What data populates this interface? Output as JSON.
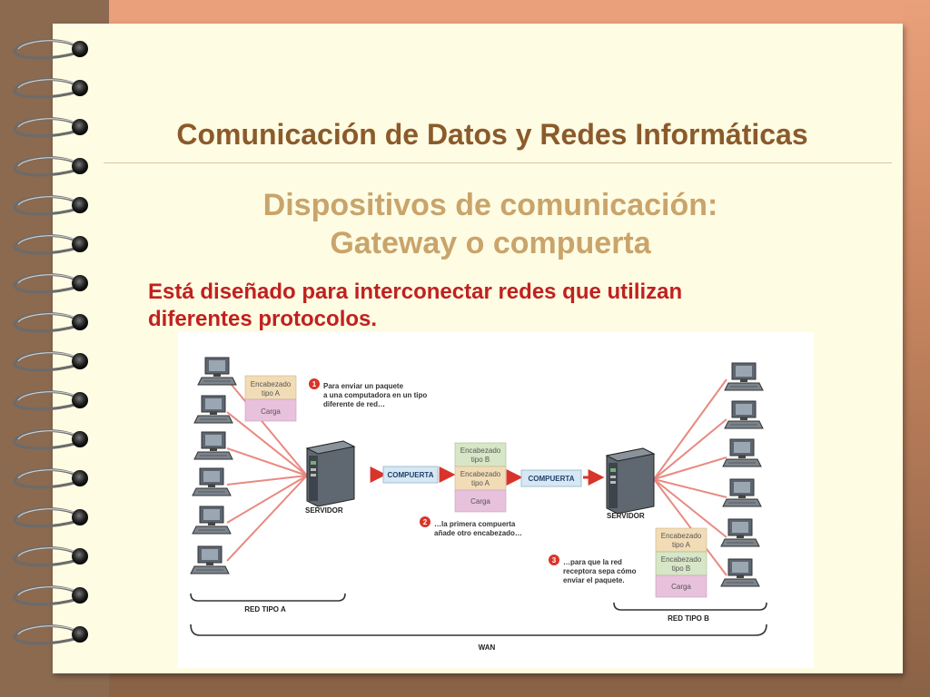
{
  "slide": {
    "title": "Comunicación de Datos y Redes Informáticas",
    "subtitle_line1": "Dispositivos de comunicación:",
    "subtitle_line2": "Gateway o compuerta",
    "body_line1": "Está diseñado para interconectar redes que utilizan",
    "body_line2": "diferentes protocolos."
  },
  "diagram": {
    "packet_a": {
      "header_line1": "Encabezado",
      "header_line2": "tipo  A",
      "payload": "Carga"
    },
    "packet_mid": {
      "header_b_line1": "Encabezado",
      "header_b_line2": "tipo  B",
      "header_a_line1": "Encabezado",
      "header_a_line2": "tipo  A",
      "payload": "Carga"
    },
    "packet_b": {
      "header_a_line1": "Encabezado",
      "header_a_line2": "tipo  A",
      "header_b_line1": "Encabezado",
      "header_b_line2": "tipo  B",
      "payload": "Carga"
    },
    "step1": {
      "number": "1",
      "line1": "Para enviar un paquete",
      "line2": "a una computadora en un tipo",
      "line3": "diferente de red…"
    },
    "step2": {
      "number": "2",
      "line1": "…la primera compuerta",
      "line2": "añade otro encabezado…"
    },
    "step3": {
      "number": "3",
      "line1": "…para que la red",
      "line2": "receptora sepa cómo",
      "line3": "enviar el paquete."
    },
    "gateway1_label": "COMPUERTA",
    "gateway2_label": "COMPUERTA",
    "server_left_label": "SERVIDOR",
    "server_right_label": "SERVIDOR",
    "net_a_label": "RED TIPO A",
    "net_b_label": "RED TIPO B",
    "wan_label": "WAN"
  },
  "colors": {
    "title": "#8b5a2b",
    "subtitle": "#c9a46b",
    "body": "#c0211f",
    "header_a": "#f2dcb6",
    "header_b": "#d7e6c6",
    "payload": "#e8c1dc",
    "link": "#e88a80",
    "step_badge": "#d9342b"
  }
}
